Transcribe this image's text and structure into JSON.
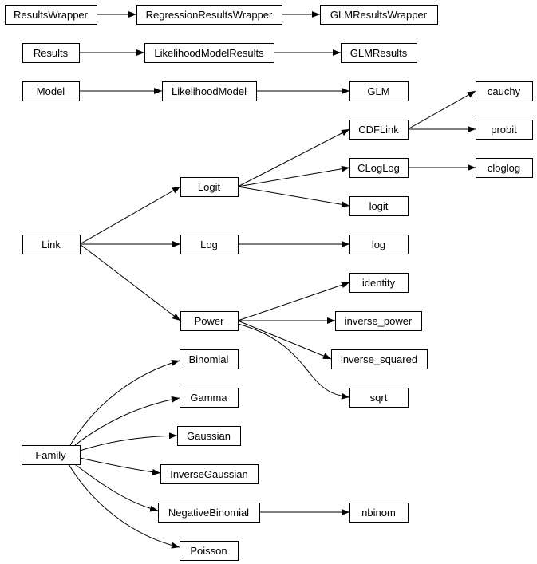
{
  "diagram": {
    "nodes": [
      {
        "id": "ResultsWrapper",
        "label": "ResultsWrapper"
      },
      {
        "id": "RegressionResultsWrapper",
        "label": "RegressionResultsWrapper"
      },
      {
        "id": "GLMResultsWrapper",
        "label": "GLMResultsWrapper"
      },
      {
        "id": "Results",
        "label": "Results"
      },
      {
        "id": "LikelihoodModelResults",
        "label": "LikelihoodModelResults"
      },
      {
        "id": "GLMResults",
        "label": "GLMResults"
      },
      {
        "id": "Model",
        "label": "Model"
      },
      {
        "id": "LikelihoodModel",
        "label": "LikelihoodModel"
      },
      {
        "id": "GLM",
        "label": "GLM"
      },
      {
        "id": "cauchy",
        "label": "cauchy"
      },
      {
        "id": "CDFLink",
        "label": "CDFLink"
      },
      {
        "id": "probit",
        "label": "probit"
      },
      {
        "id": "CLogLog",
        "label": "CLogLog"
      },
      {
        "id": "cloglog",
        "label": "cloglog"
      },
      {
        "id": "Logit",
        "label": "Logit"
      },
      {
        "id": "logit",
        "label": "logit"
      },
      {
        "id": "Link",
        "label": "Link"
      },
      {
        "id": "Log",
        "label": "Log"
      },
      {
        "id": "log",
        "label": "log"
      },
      {
        "id": "identity",
        "label": "identity"
      },
      {
        "id": "Power",
        "label": "Power"
      },
      {
        "id": "inverse_power",
        "label": "inverse_power"
      },
      {
        "id": "inverse_squared",
        "label": "inverse_squared"
      },
      {
        "id": "sqrt",
        "label": "sqrt"
      },
      {
        "id": "Binomial",
        "label": "Binomial"
      },
      {
        "id": "Gamma",
        "label": "Gamma"
      },
      {
        "id": "Gaussian",
        "label": "Gaussian"
      },
      {
        "id": "Family",
        "label": "Family"
      },
      {
        "id": "InverseGaussian",
        "label": "InverseGaussian"
      },
      {
        "id": "NegativeBinomial",
        "label": "NegativeBinomial"
      },
      {
        "id": "nbinom",
        "label": "nbinom"
      },
      {
        "id": "Poisson",
        "label": "Poisson"
      }
    ],
    "edges": [
      {
        "from": "ResultsWrapper",
        "to": "RegressionResultsWrapper"
      },
      {
        "from": "RegressionResultsWrapper",
        "to": "GLMResultsWrapper"
      },
      {
        "from": "Results",
        "to": "LikelihoodModelResults"
      },
      {
        "from": "LikelihoodModelResults",
        "to": "GLMResults"
      },
      {
        "from": "Model",
        "to": "LikelihoodModel"
      },
      {
        "from": "LikelihoodModel",
        "to": "GLM"
      },
      {
        "from": "CDFLink",
        "to": "cauchy"
      },
      {
        "from": "CDFLink",
        "to": "probit"
      },
      {
        "from": "CLogLog",
        "to": "cloglog"
      },
      {
        "from": "Logit",
        "to": "CDFLink"
      },
      {
        "from": "Logit",
        "to": "CLogLog"
      },
      {
        "from": "Logit",
        "to": "logit"
      },
      {
        "from": "Link",
        "to": "Logit"
      },
      {
        "from": "Link",
        "to": "Log"
      },
      {
        "from": "Link",
        "to": "Power"
      },
      {
        "from": "Log",
        "to": "log"
      },
      {
        "from": "Power",
        "to": "identity"
      },
      {
        "from": "Power",
        "to": "inverse_power"
      },
      {
        "from": "Power",
        "to": "inverse_squared"
      },
      {
        "from": "Power",
        "to": "sqrt"
      },
      {
        "from": "Family",
        "to": "Binomial"
      },
      {
        "from": "Family",
        "to": "Gamma"
      },
      {
        "from": "Family",
        "to": "Gaussian"
      },
      {
        "from": "Family",
        "to": "InverseGaussian"
      },
      {
        "from": "Family",
        "to": "NegativeBinomial"
      },
      {
        "from": "Family",
        "to": "Poisson"
      },
      {
        "from": "NegativeBinomial",
        "to": "nbinom"
      }
    ]
  }
}
